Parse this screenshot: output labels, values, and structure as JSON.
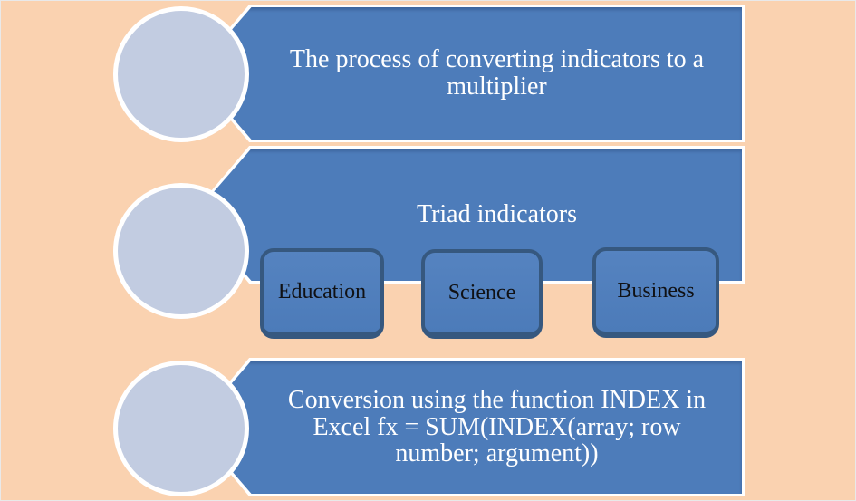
{
  "colors": {
    "background": "#fad2b0",
    "banner_fill": "#4d7cba",
    "banner_text": "#ffffff",
    "circle_fill": "#c2cce1",
    "outline_white": "#ffffff",
    "box_border": "#36587f",
    "box_text": "#101114"
  },
  "diagram": {
    "rows": [
      {
        "title_lines": {
          "0": "The process of converting indicators to a",
          "1": "multiplier"
        }
      },
      {
        "title_lines": {
          "0": "Triad indicators"
        },
        "boxes": {
          "0": {
            "label": "Education"
          },
          "1": {
            "label": "Science"
          },
          "2": {
            "label": "Business"
          }
        }
      },
      {
        "title_lines": {
          "0": "Conversion using the function INDEX in",
          "1": "Excel fx = SUM(INDEX(array; row",
          "2": "number; argument))"
        }
      }
    ]
  }
}
